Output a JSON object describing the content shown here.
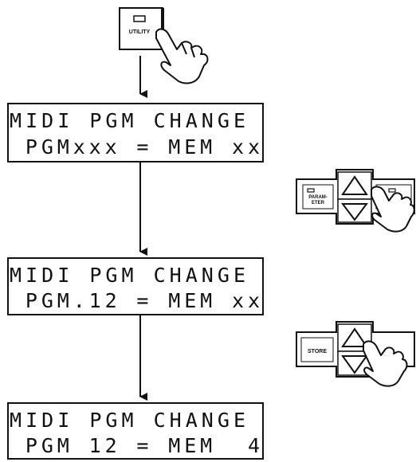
{
  "buttons": {
    "utility": "UTILITY",
    "parameter_line1": "PARAM-",
    "parameter_line2": "ETER",
    "store": "STORE"
  },
  "displays": [
    {
      "line1": "MIDI PGM CHANGE",
      "line2": " PGMxxx = MEM xx"
    },
    {
      "line1": "MIDI PGM CHANGE",
      "line2": " PGM.12 = MEM xx"
    },
    {
      "line1": "MIDI PGM CHANGE",
      "line2": " PGM 12 = MEM  4"
    }
  ]
}
